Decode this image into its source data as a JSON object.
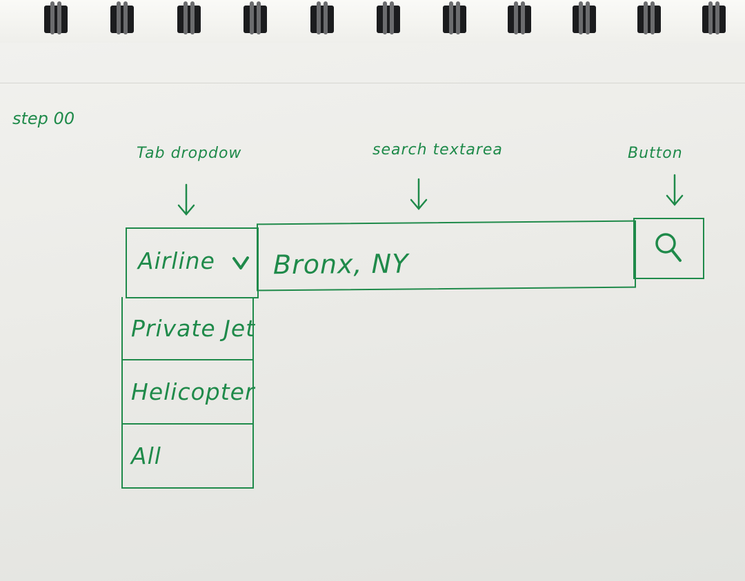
{
  "sketch": {
    "step_label": "step 00",
    "annotations": {
      "tab_dropdown": "Tab dropdow",
      "search_textarea": "search textarea",
      "button": "Button"
    },
    "dropdown": {
      "selected": "Airline",
      "options": [
        "Private Jet",
        "Helicopter",
        "All"
      ]
    },
    "search": {
      "value": "Bronx, NY"
    },
    "button_icon": "search-icon",
    "ink_color": "#1f8a4a"
  }
}
